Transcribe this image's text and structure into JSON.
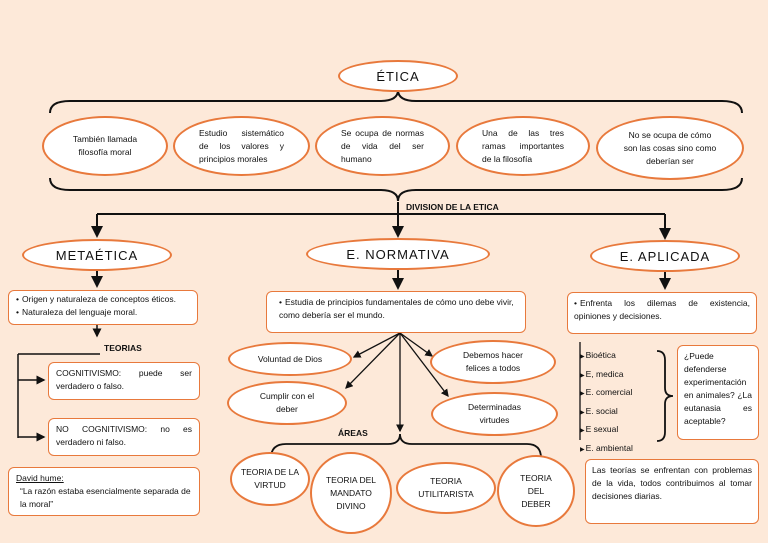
{
  "title": "ÉTICA",
  "definitions": [
    "También llamada filosofía moral",
    "Estudio sistemático de los valores y principios morales",
    "Se ocupa de normas de vida del ser humano",
    "Una de las tres ramas importantes de la filosofía",
    "No se ocupa de cómo son las cosas sino como deberían ser"
  ],
  "division_label": "DIVISION DE LA ETICA",
  "metaetica": {
    "title": "METAÉTICA",
    "bullets": [
      "Origen y naturaleza de conceptos éticos.",
      "Naturaleza del lenguaje moral."
    ],
    "teorias_label": "TEORIAS",
    "cognitivismo": "COGNITIVISMO: puede ser verdadero o falso.",
    "no_cognitivismo": "NO COGNITIVISMO: no es verdadero ni falso.",
    "hume_name": "David hume:",
    "hume_quote": "“La razón estaba esencialmente separada de la moral”"
  },
  "normativa": {
    "title": "E. NORMATIVA",
    "bullet": "Estudia de principios fundamentales de cómo uno debe vivir, como debería ser el mundo.",
    "items": [
      "Voluntad de Dios",
      "Debemos hacer felices a todos",
      "Cumplir con el deber",
      "Determinadas virtudes"
    ],
    "areas_label": "ÁREAS",
    "areas": [
      "TEORIA DE LA VIRTUD",
      "TEORIA DEL MANDATO DIVINO",
      "TEORIA UTILITARISTA",
      "TEORIA DEL DEBER"
    ]
  },
  "aplicada": {
    "title": "E. APLICADA",
    "bullet": "Enfrenta los dilemas de existencia, opiniones y decisiones.",
    "fields": [
      "Bioética",
      "E, medica",
      "E. comercial",
      "E. social",
      "E sexual",
      "E. ambiental"
    ],
    "question": "¿Puede defenderse experimentación en animales? ¿La eutanasia es aceptable?",
    "note": "Las teorías se enfrentan con problemas de la vida, todos contribuimos al tomar decisiones diarias."
  },
  "colors": {
    "background": "#fde9d9",
    "accent": "#e8793c",
    "line": "#111111"
  }
}
